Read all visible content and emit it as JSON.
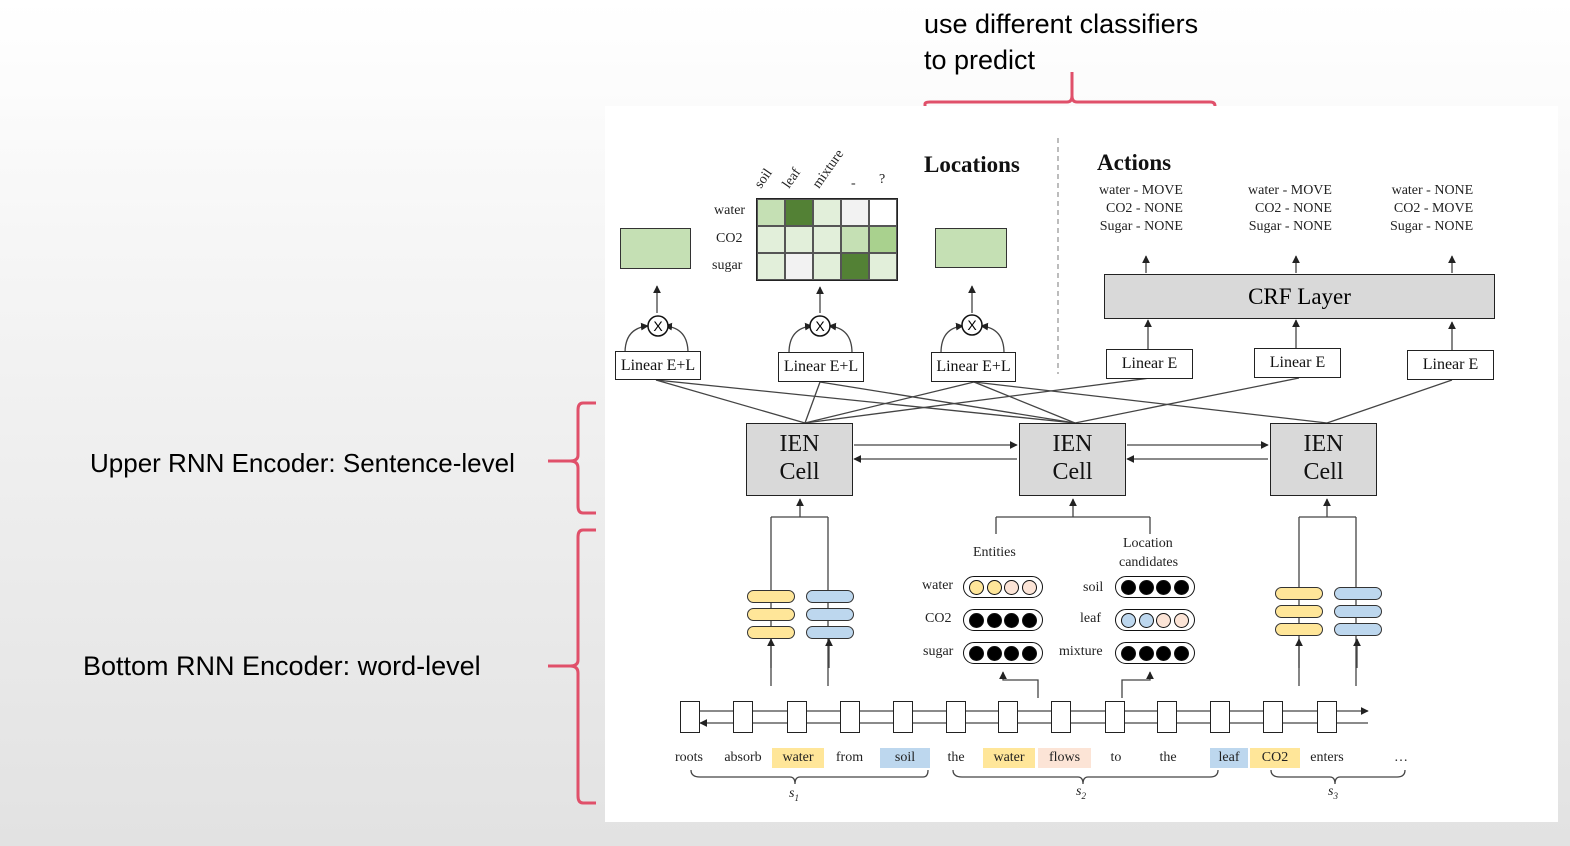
{
  "annotations": {
    "top_note_line1": "use different  classifiers",
    "top_note_line2": "to predict",
    "upper_label": "Upper RNN Encoder: Sentence-level",
    "bottom_label": "Bottom RNN Encoder: word-level",
    "brace_color": "#e0506a"
  },
  "figure": {
    "locations_header": "Locations",
    "actions_header": "Actions",
    "linear_el_label": "Linear E+L",
    "linear_e_label": "Linear E",
    "crf_label": "CRF Layer",
    "ien_line1": "IEN",
    "ien_line2": "Cell",
    "multiply_symbol": "X",
    "matrix": {
      "columns": [
        "soil",
        "leaf",
        "mixture",
        "-",
        "?"
      ],
      "rows": [
        "water",
        "CO2",
        "sugar"
      ],
      "shades": [
        [
          "#c5e0b4",
          "#538135",
          "#e2efda",
          "#f2f2f2",
          "#ffffff"
        ],
        [
          "#e2efda",
          "#e2efda",
          "#e2efda",
          "#c5e0b4",
          "#a9d18e"
        ],
        [
          "#e2efda",
          "#f2f2f2",
          "#e2efda",
          "#538135",
          "#e2efda"
        ]
      ]
    },
    "actions": [
      {
        "water": "water -  MOVE",
        "co2": "CO2 -  NONE",
        "sugar": "Sugar -  NONE"
      },
      {
        "water": "water -  MOVE",
        "co2": "CO2 -  NONE",
        "sugar": "Sugar -  NONE"
      },
      {
        "water": "water -  NONE",
        "co2": "CO2 -  MOVE",
        "sugar": "Sugar -  NONE"
      }
    ],
    "entities_header": "Entities",
    "location_header_line1": "Location",
    "location_header_line2": "candidates",
    "entities": [
      "water",
      "CO2",
      "sugar"
    ],
    "locations": [
      "soil",
      "leaf",
      "mixture"
    ],
    "words": [
      "roots",
      "absorb",
      "water",
      "from",
      "soil",
      "the",
      "water",
      "flows",
      "to",
      "the",
      "leaf",
      "CO2",
      "enters",
      "…"
    ],
    "word_highlights": [
      "none",
      "none",
      "#ffe699",
      "none",
      "#bdd7ee",
      "none",
      "#ffe699",
      "#fce4d6",
      "none",
      "none",
      "#bdd7ee",
      "#ffe699",
      "none",
      "none"
    ],
    "sentences": [
      "s",
      "s",
      "s"
    ],
    "sentence_subscripts": [
      "1",
      "2",
      "3"
    ]
  }
}
